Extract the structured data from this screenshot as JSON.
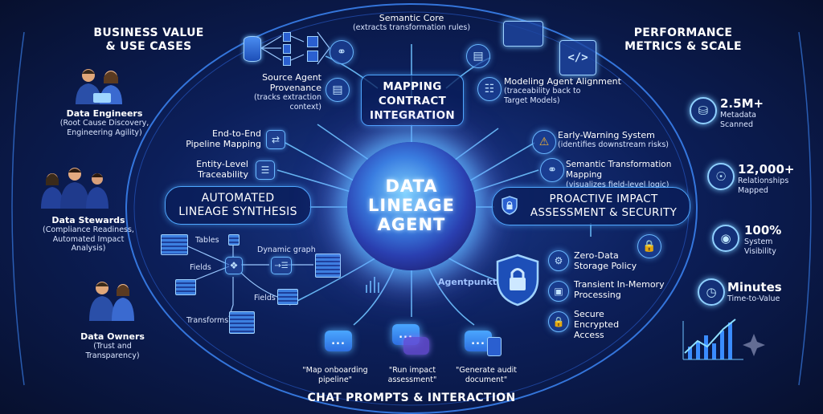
{
  "center": {
    "title": "DATA LINEAGE AGENT",
    "line1": "DATA",
    "line2": "LINEAGE",
    "line3": "AGENT"
  },
  "left_panel": {
    "title": "BUSINESS VALUE & USE CASES",
    "title_l1": "BUSINESS VALUE",
    "title_l2": "& USE CASES",
    "personas": [
      {
        "name": "Data Engineers",
        "desc_l1": "(Root Cause Discovery,",
        "desc_l2": "Engineering Agility)",
        "desc_l3": ""
      },
      {
        "name": "Data Stewards",
        "desc_l1": "(Compliance Readiness,",
        "desc_l2": "Automated Impact",
        "desc_l3": "Analysis)"
      },
      {
        "name": "Data Owners",
        "desc_l1": "(Trust and",
        "desc_l2": "Transparency)",
        "desc_l3": ""
      }
    ]
  },
  "right_panel": {
    "title_l1": "PERFORMANCE",
    "title_l2": "METRICS & SCALE",
    "metrics": [
      {
        "value": "2.5M+",
        "label_l1": "Metadata",
        "label_l2": "Scanned",
        "icon": "database-icon"
      },
      {
        "value": "12,000+",
        "label_l1": "Relationships",
        "label_l2": "Mapped",
        "icon": "network-icon"
      },
      {
        "value": "100%",
        "label_l1": "System",
        "label_l2": "Visibility",
        "icon": "eye-icon"
      },
      {
        "value": "Minutes",
        "label_l1": "Time-to-Value",
        "label_l2": "",
        "icon": "clock-icon"
      }
    ]
  },
  "top": {
    "semantic_core": {
      "title": "Semantic Core",
      "desc": "(extracts transformation rules)"
    },
    "mapping_contract": {
      "l1": "MAPPING",
      "l2": "CONTRACT",
      "l3": "INTEGRATION"
    },
    "source_agent": {
      "l1": "Source Agent",
      "l2": "Provenance",
      "d1": "(tracks extraction",
      "d2": "context)"
    },
    "modeling_agent": {
      "l1": "Modeling Agent Alignment",
      "d1": "(traceability back to",
      "d2": "Target Models)"
    }
  },
  "left_features": {
    "e2e_l1": "End-to-End",
    "e2e_l2": "Pipeline Mapping",
    "entity_l1": "Entity-Level",
    "entity_l2": "Traceability",
    "automated_l1": "AUTOMATED",
    "automated_l2": "LINEAGE SYNTHESIS",
    "graph_labels": {
      "tables": "Tables",
      "fields1": "Fields",
      "dynamic": "Dynamic graph",
      "fields2": "Fields",
      "transforms": "Transforms"
    }
  },
  "right_features": {
    "early_warning": {
      "title": "Early-Warning System",
      "desc": "(identifies downstream risks)"
    },
    "semantic_mapping": {
      "title": "Semantic Transformation Mapping",
      "desc": "(visualizes field-level logic)"
    },
    "proactive_l1": "PROACTIVE IMPACT",
    "proactive_l2": "ASSESSMENT & SECURITY",
    "security": [
      {
        "l1": "Zero-Data",
        "l2": "Storage Policy",
        "l3": "",
        "icon": "lock-icon"
      },
      {
        "l1": "Transient In-Memory",
        "l2": "Processing",
        "l3": "",
        "icon": "chip-icon"
      },
      {
        "l1": "Secure",
        "l2": "Encrypted",
        "l3": "Access",
        "icon": "padlock-icon"
      }
    ],
    "brand": "Agentpunkt"
  },
  "bottom": {
    "title": "CHAT PROMPTS & INTERACTION",
    "prompts": [
      {
        "l1": "\"Map onboarding",
        "l2": "pipeline\""
      },
      {
        "l1": "\"Run impact",
        "l2": "assessment\""
      },
      {
        "l1": "\"Generate audit",
        "l2": "document\""
      }
    ],
    "chat_glyph": "..."
  },
  "colors": {
    "accent": "#4fa7ff",
    "background": "#07102e",
    "glow": "#5ab4ff",
    "warning": "#f2b233"
  }
}
